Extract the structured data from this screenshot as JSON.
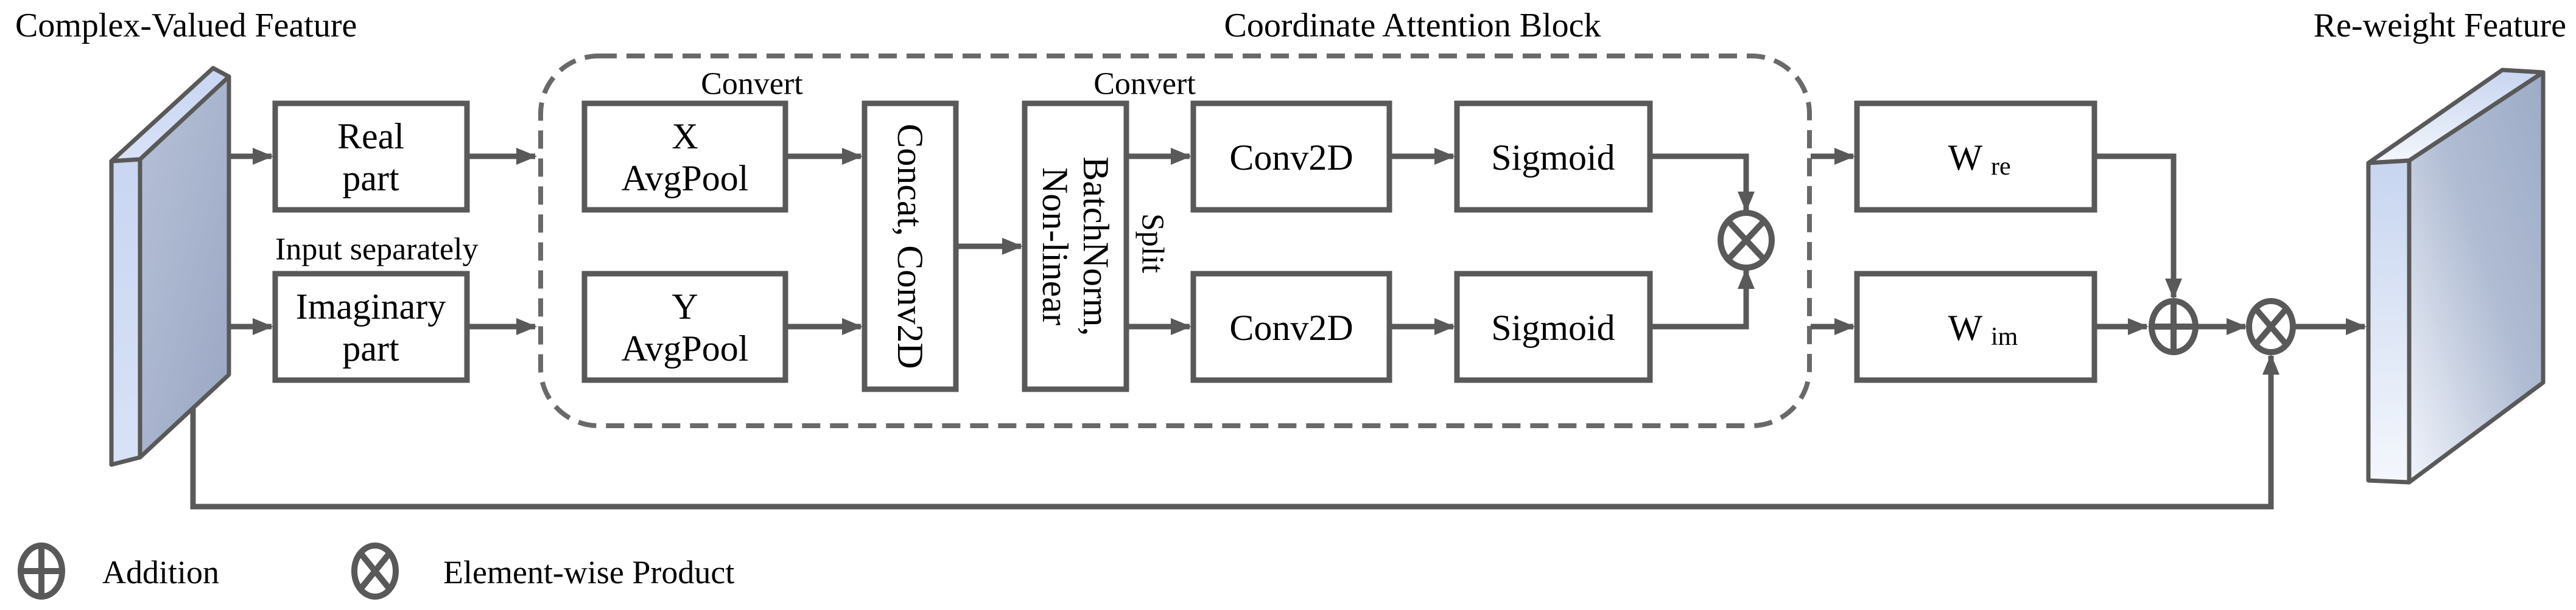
{
  "titles": {
    "complex_feature": "Complex-Valued Feature",
    "attention_block": "Coordinate Attention Block",
    "reweight_feature": "Re-weight Feature"
  },
  "annotations": {
    "input_separately": "Input separately",
    "convert_left": "Convert",
    "convert_right": "Convert",
    "split": "Split"
  },
  "boxes": {
    "real": {
      "line1": "Real",
      "line2": "part"
    },
    "imaginary": {
      "line1": "Imaginary",
      "line2": "part"
    },
    "x_avgpool": {
      "line1": "X",
      "line2": "AvgPool"
    },
    "y_avgpool": {
      "line1": "Y",
      "line2": "AvgPool"
    },
    "concat_conv2d": {
      "label": "Concat, Conv2D"
    },
    "batchnorm": {
      "line1": "BatchNorm,",
      "line2": "Non-linear"
    },
    "conv2d_top": {
      "label": "Conv2D"
    },
    "conv2d_bottom": {
      "label": "Conv2D"
    },
    "sigmoid_top": {
      "label": "Sigmoid"
    },
    "sigmoid_bottom": {
      "label": "Sigmoid"
    },
    "w_re": {
      "main": "W",
      "sub": "re"
    },
    "w_im": {
      "main": "W",
      "sub": "im"
    }
  },
  "legend": {
    "addition": "Addition",
    "product": "Element-wise Product"
  },
  "colors": {
    "outline": "#595959",
    "dashed_border": "#696969",
    "box_fill": "#ffffff",
    "text": "#000000",
    "slab_side_light": "#ccd9f3",
    "slab_face_dark": "#9dabc6",
    "slab_face_light": "#b4bfd6",
    "slab_face_white": "#f1f4fb"
  }
}
